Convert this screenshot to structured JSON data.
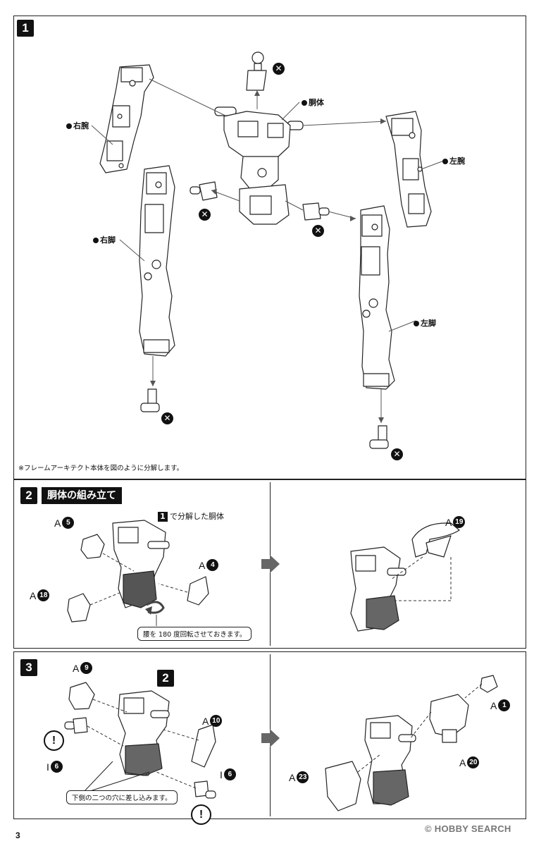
{
  "step1": {
    "number": "1",
    "labels": {
      "body": "胴体",
      "right_arm": "右腕",
      "left_arm": "左腕",
      "right_leg": "右脚",
      "left_leg": "左脚"
    },
    "note": "※フレームアーキテクト本体を図のように分解します。",
    "x_symbol": "✕"
  },
  "step2": {
    "number": "2",
    "title": "胴体の組み立て",
    "ref_box": "1",
    "ref_text": "で分解した胴体",
    "parts": [
      {
        "letter": "A",
        "num": "5"
      },
      {
        "letter": "A",
        "num": "4"
      },
      {
        "letter": "A",
        "num": "18"
      },
      {
        "letter": "A",
        "num": "19"
      }
    ],
    "callout": "腰を 180 度回転させておきます。"
  },
  "step3": {
    "number": "3",
    "ref_box": "2",
    "parts": [
      {
        "letter": "A",
        "num": "9"
      },
      {
        "letter": "A",
        "num": "10"
      },
      {
        "letter": "I",
        "num": "6"
      },
      {
        "letter": "I",
        "num": "6"
      },
      {
        "letter": "A",
        "num": "1"
      },
      {
        "letter": "A",
        "num": "20"
      },
      {
        "letter": "A",
        "num": "23"
      }
    ],
    "callout": "下側の二つの穴に差し込みます。",
    "warn_symbol": "!"
  },
  "footer": {
    "page_number": "3",
    "watermark": "© HOBBY SEARCH"
  }
}
